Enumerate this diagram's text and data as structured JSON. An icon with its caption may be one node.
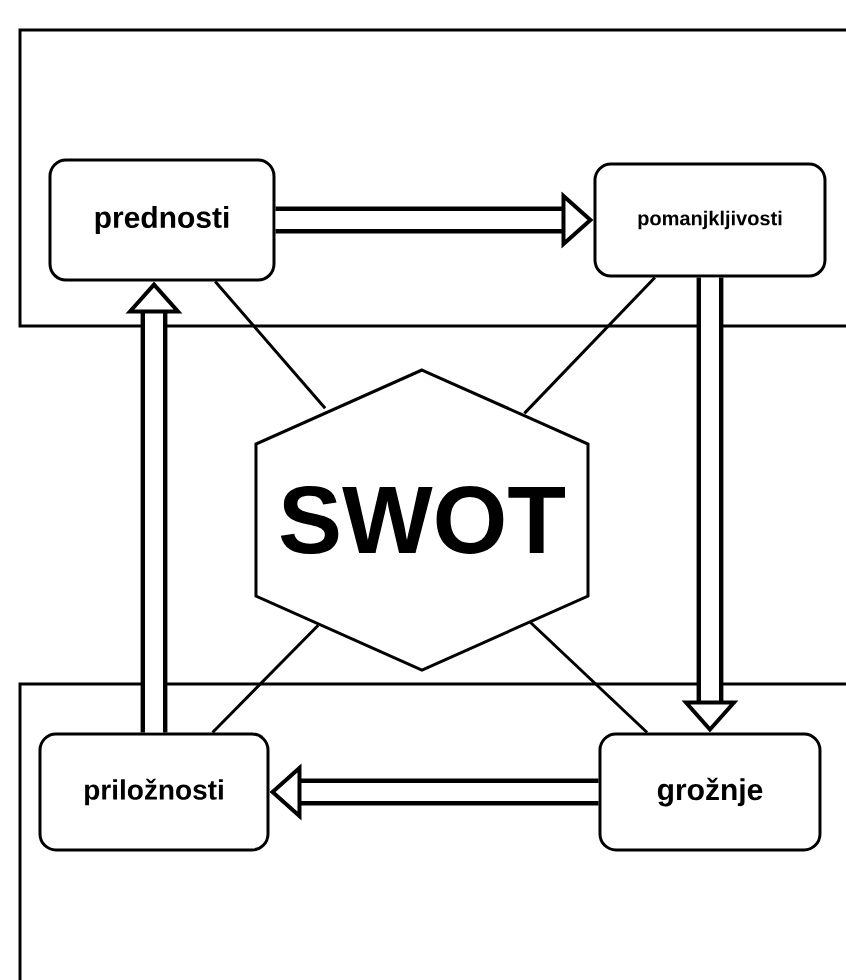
{
  "diagram": {
    "nodes": [
      {
        "text": [],
        "shape": "box"
      },
      {
        "text": [
          "prednosti"
        ],
        "in": 0
      },
      {
        "text": [
          "pomanjkljivosti"
        ],
        "in": 0
      },
      {
        "text": [
          "SWOT"
        ]
      },
      {
        "text": [],
        "shape": "box"
      },
      {
        "text": [
          "priložnosti"
        ],
        "in": 4
      },
      {
        "text": [
          "grožnje"
        ],
        "in": 4
      }
    ],
    "edges": [
      {
        "from": 1,
        "to": 2,
        "arrow": "to",
        "style": "thick"
      },
      {
        "from": 2,
        "to": 6,
        "arrow": "to",
        "style": "thick"
      },
      {
        "from": 6,
        "to": 5,
        "arrow": "to",
        "style": "thick"
      },
      {
        "from": 5,
        "to": 1,
        "arrow": "to",
        "style": "thick"
      },
      {
        "from": 3,
        "to": 1,
        "arrow": "none"
      },
      {
        "from": 3,
        "to": 2,
        "arrow": "none"
      },
      {
        "from": 3,
        "to": 5,
        "arrow": "none"
      },
      {
        "from": 3,
        "to": 6,
        "arrow": "none"
      }
    ]
  }
}
